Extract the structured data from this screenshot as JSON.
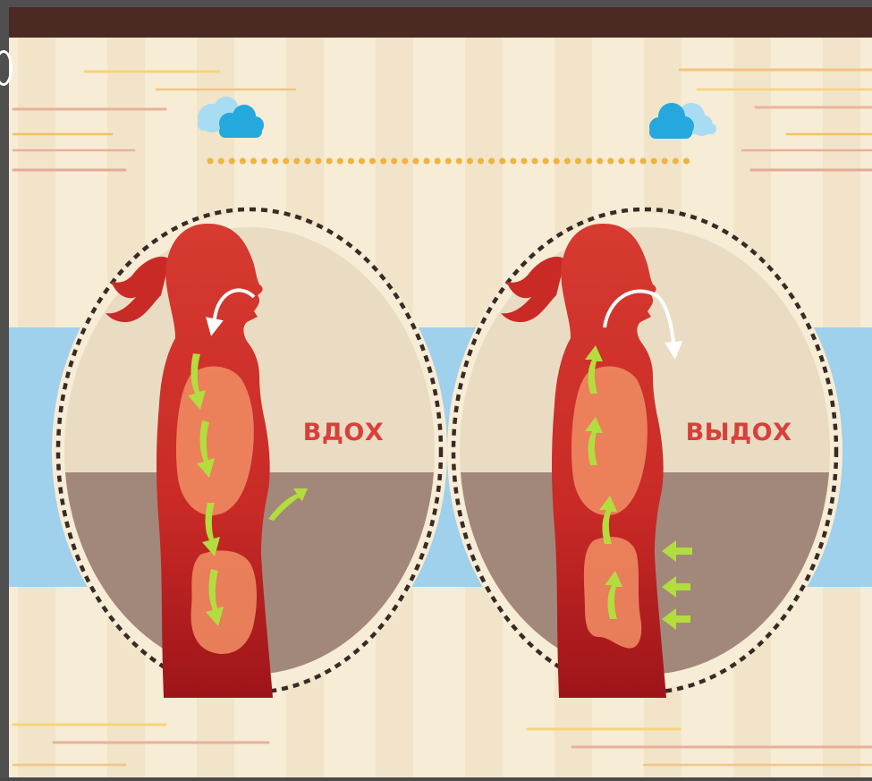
{
  "diagram": {
    "panels": [
      {
        "id": "inhale",
        "label": "ВДОХ",
        "label_color": "#d8403a",
        "airflow": "into-nose"
      },
      {
        "id": "exhale",
        "label": "ВЫДОХ",
        "label_color": "#d8403a",
        "airflow": "out-of-nose"
      }
    ],
    "icons": [
      "cloud-icon",
      "cloud-icon"
    ],
    "colors": {
      "frame": "#4a2a22",
      "background": "#f7ecd5",
      "band": "#9fd0ec",
      "circle_upper": "#e9dcc3",
      "circle_lower": "#a2887b",
      "body": "#d12e2a",
      "body_dark": "#b01a1f",
      "organs": "#ee8a60",
      "arrow": "#b3dc3e",
      "dashes": "#3a2a26",
      "dots": "#f0b33c",
      "cloud_dark": "#24a8dd",
      "cloud_light": "#a8dcf3"
    }
  }
}
